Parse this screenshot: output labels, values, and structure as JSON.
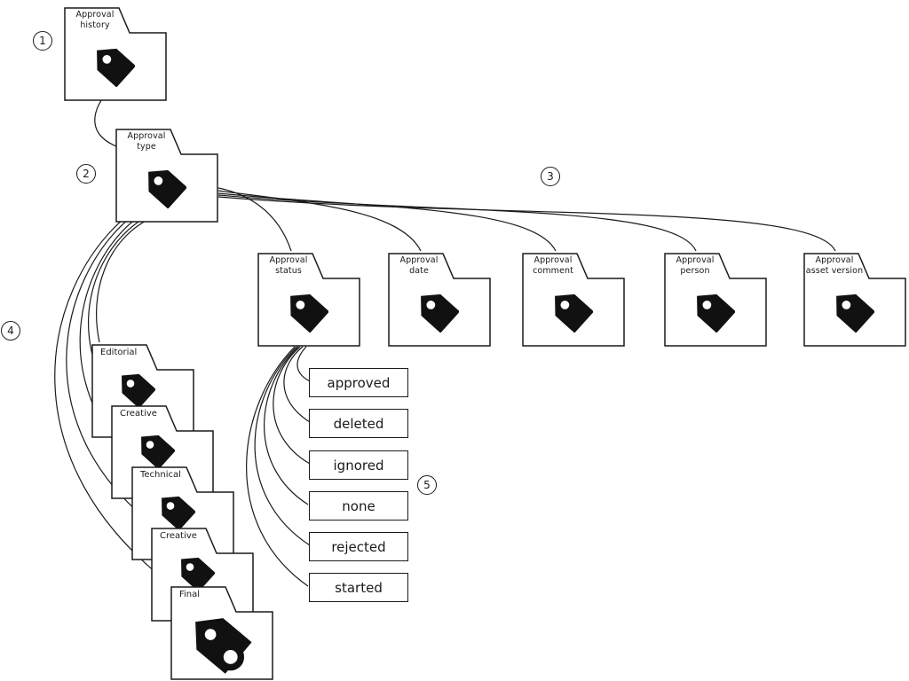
{
  "markers": {
    "m1": "1",
    "m2": "2",
    "m3": "3",
    "m4": "4",
    "m5": "5"
  },
  "folders": {
    "history": {
      "line1": "Approval",
      "line2": "history"
    },
    "type": {
      "line1": "Approval",
      "line2": "type"
    },
    "status": {
      "line1": "Approval",
      "line2": "status"
    },
    "date": {
      "line1": "Approval",
      "line2": "date"
    },
    "comment": {
      "line1": "Approval",
      "line2": "comment"
    },
    "person": {
      "line1": "Approval",
      "line2": "person"
    },
    "asset_version": {
      "line1": "Approval",
      "line2": "asset version"
    },
    "editorial": {
      "label": "Editorial"
    },
    "creative_1": {
      "label": "Creative"
    },
    "technical": {
      "label": "Technical"
    },
    "creative_2": {
      "label": "Creative"
    },
    "final": {
      "label": "Final"
    }
  },
  "status_values": [
    "approved",
    "deleted",
    "ignored",
    "none",
    "rejected",
    "started"
  ],
  "colors": {
    "ink": "#1a1a1a",
    "paper": "#ffffff"
  }
}
